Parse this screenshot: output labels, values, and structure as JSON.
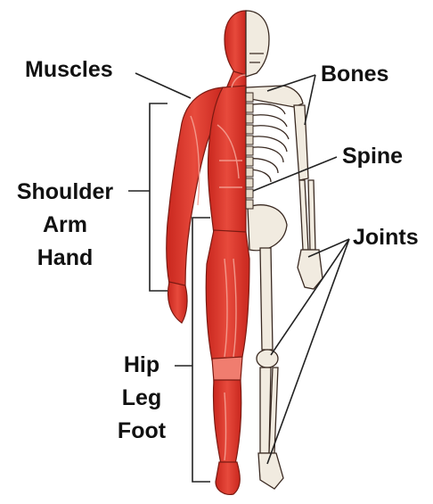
{
  "labels": {
    "muscles": "Muscles",
    "bones": "Bones",
    "spine": "Spine",
    "joints": "Joints",
    "upper_group": [
      "Shoulder",
      "Arm",
      "Hand"
    ],
    "lower_group": [
      "Hip",
      "Leg",
      "Foot"
    ]
  },
  "colors": {
    "muscle": "#e0372c",
    "muscle_dark": "#b3261d",
    "muscle_light": "#f07d6f",
    "bone": "#f1ebe0",
    "bone_shadow": "#cfc5b3",
    "outline": "#3a2a22",
    "leader": "#222222"
  }
}
